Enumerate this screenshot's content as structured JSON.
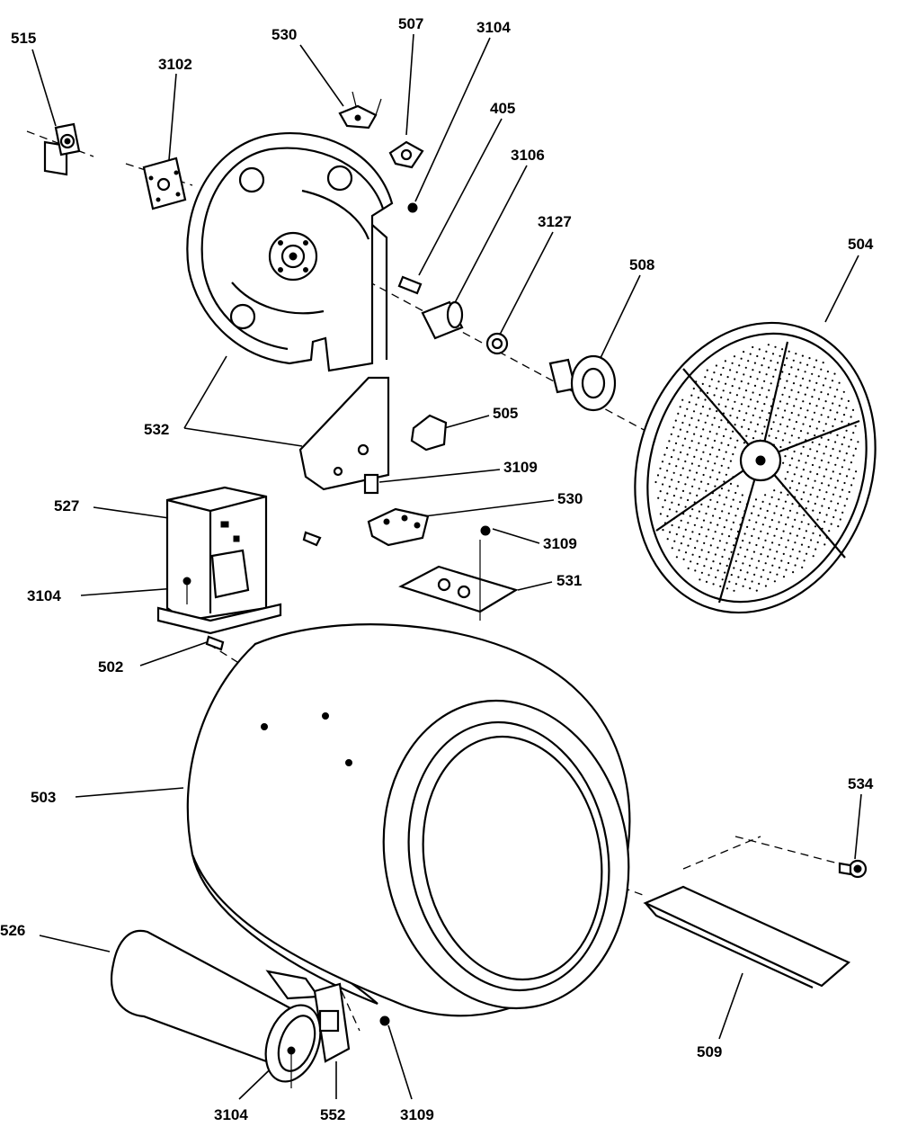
{
  "labels": {
    "p515": "515",
    "p3102": "3102",
    "p530_top": "530",
    "p507": "507",
    "p3104_top": "3104",
    "p405": "405",
    "p3106": "3106",
    "p3127": "3127",
    "p508": "508",
    "p504": "504",
    "p505": "505",
    "p532": "532",
    "p3109_mid": "3109",
    "p530_mid": "530",
    "p527": "527",
    "p3109_right": "3109",
    "p3104_left": "3104",
    "p531": "531",
    "p502": "502",
    "p503": "503",
    "p534": "534",
    "p526": "526",
    "p509": "509",
    "p3104_bottom": "3104",
    "p552": "552",
    "p3109_bottom": "3109"
  }
}
